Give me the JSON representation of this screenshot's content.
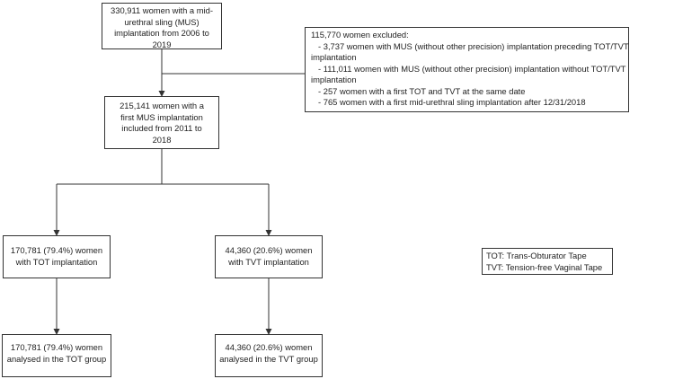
{
  "boxes": {
    "initial": {
      "lines": [
        "330,911 women with a mid-",
        "urethral sling (MUS)",
        "implantation from 2006 to",
        "2019"
      ]
    },
    "excluded": {
      "header": "115,770 women excluded:",
      "lines": [
        "- 3,737 women with MUS (without other precision) implantation preceding TOT/TVT",
        "implantation",
        "- 111,011 women with MUS (without other precision) implantation without TOT/TVT",
        "implantation",
        "- 257 women with a first TOT and TVT at the same date",
        "- 765 women with a first mid-urethral sling implantation after 12/31/2018"
      ]
    },
    "included": {
      "lines": [
        "215,141 women with a",
        "first MUS implantation",
        "included from 2011 to",
        "2018"
      ]
    },
    "tot_impl": {
      "lines": [
        "170,781 (79.4%) women",
        "with TOT implantation"
      ]
    },
    "tvt_impl": {
      "lines": [
        "44,360 (20.6%) women",
        "with TVT implantation"
      ]
    },
    "tot_analysed": {
      "lines": [
        "170,781 (79.4%) women",
        "analysed in the TOT group"
      ]
    },
    "tvt_analysed": {
      "lines": [
        "44,360 (20.6%) women",
        "analysed in the TVT group"
      ]
    },
    "legend": {
      "lines": [
        "TOT: Trans-Obturator Tape",
        "TVT: Tension-free Vaginal Tape"
      ]
    }
  }
}
